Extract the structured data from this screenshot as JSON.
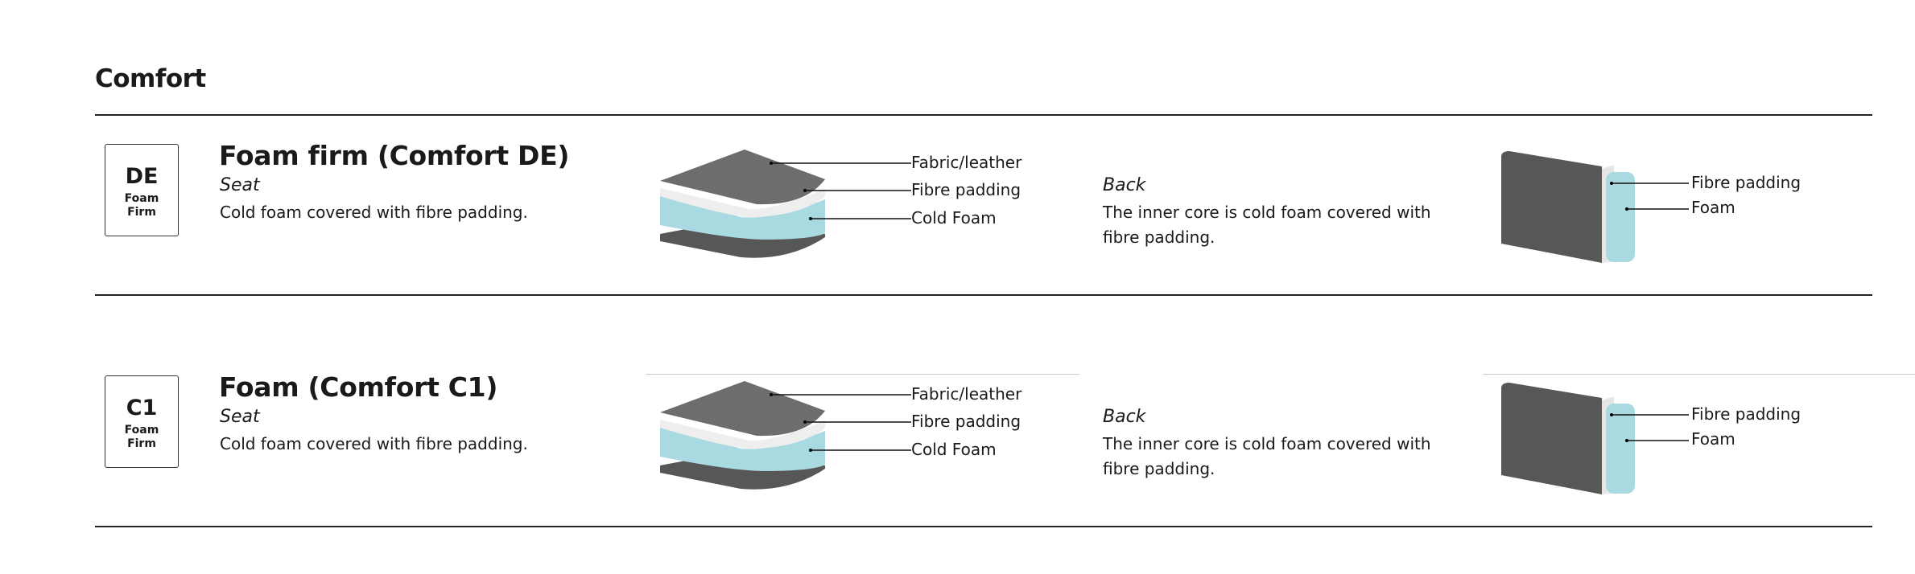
{
  "section_title": "Comfort",
  "rows": [
    {
      "badge_code": "DE",
      "badge_sub_1": "Foam",
      "badge_sub_2": "Firm",
      "title": "Foam firm (Comfort DE)",
      "seat_label": "Seat",
      "seat_desc": "Cold foam covered with fibre padding.",
      "seat_layers": [
        "Fabric/leather",
        "Fibre padding",
        "Cold Foam"
      ],
      "back_label": "Back",
      "back_desc": "The inner core is cold foam covered with fibre padding.",
      "back_layers": [
        "Fibre padding",
        "Foam"
      ]
    },
    {
      "badge_code": "C1",
      "badge_sub_1": "Foam",
      "badge_sub_2": "Firm",
      "title": "Foam (Comfort C1)",
      "seat_label": "Seat",
      "seat_desc": "Cold foam covered with fibre padding.",
      "seat_layers": [
        "Fabric/leather",
        "Fibre padding",
        "Cold Foam"
      ],
      "back_label": "Back",
      "back_desc": "The inner core is cold foam covered with fibre padding.",
      "back_layers": [
        "Fibre padding",
        "Foam"
      ]
    }
  ],
  "colors": {
    "fabric": "#6d6d6d",
    "fibre": "#f2f2f2",
    "foam": "#a9d9e1",
    "back_fabric": "#575757"
  }
}
